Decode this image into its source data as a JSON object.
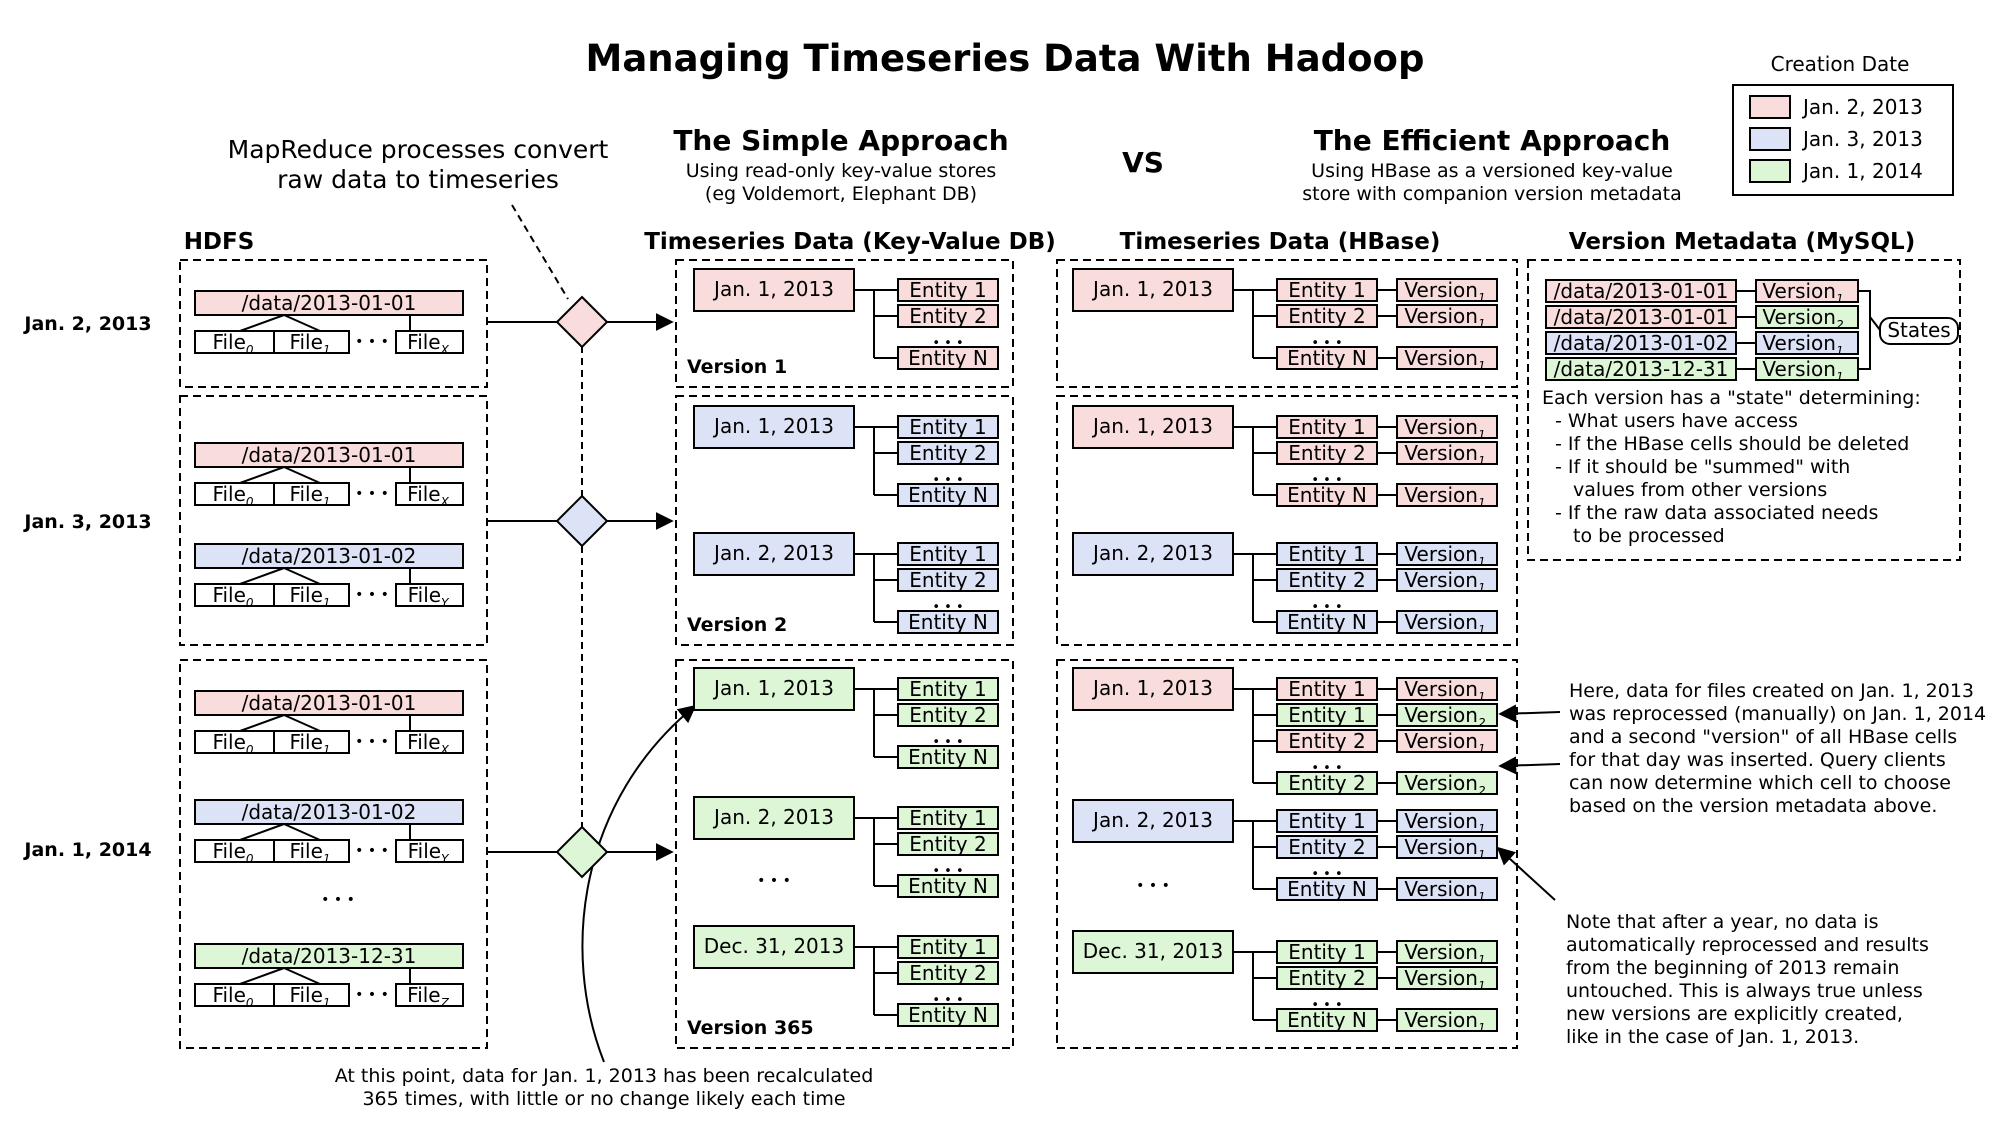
{
  "title": "Managing Timeseries Data With Hadoop",
  "vs": "VS",
  "colors": {
    "jan2_2013": "#f9dcdc",
    "jan3_2013": "#dde3f7",
    "jan1_2014": "#dcf6d6"
  },
  "legend": {
    "title": "Creation Date",
    "items": [
      {
        "label": "Jan. 2, 2013",
        "color": "#f9dcdc"
      },
      {
        "label": "Jan. 3, 2013",
        "color": "#dde3f7"
      },
      {
        "label": "Jan. 1, 2014",
        "color": "#dcf6d6"
      }
    ]
  },
  "mapreduce_note": [
    "MapReduce processes convert",
    "raw data to timeseries"
  ],
  "simple": {
    "heading": "The Simple Approach",
    "sub1": "Using read-only key-value stores",
    "sub2": "(eg Voldemort, Elephant DB)",
    "section": "Timeseries Data (Key-Value DB)",
    "versions": [
      "Version 1",
      "Version 2",
      "Version 365"
    ]
  },
  "efficient": {
    "heading": "The Efficient Approach",
    "sub1": "Using HBase as a versioned key-value",
    "sub2": "store with companion version metadata",
    "section": "Timeseries Data (HBase)"
  },
  "hdfs": {
    "label": "HDFS",
    "dates": [
      "Jan. 2, 2013",
      "Jan. 3, 2013",
      "Jan. 1, 2014"
    ],
    "paths": [
      "/data/2013-01-01",
      "/data/2013-01-02",
      "/data/2013-12-31"
    ],
    "file": "File",
    "subs": [
      "0",
      "1",
      "X",
      "Y",
      "Z"
    ]
  },
  "kv": {
    "dates": [
      "Jan. 1, 2013",
      "Jan. 2, 2013",
      "Dec. 31, 2013"
    ],
    "entities": [
      "Entity 1",
      "Entity 2",
      "Entity N"
    ],
    "version": "Version",
    "version_subs": [
      "1",
      "2"
    ]
  },
  "metadata": {
    "section": "Version Metadata (MySQL)",
    "rows": [
      {
        "path": "/data/2013-01-01",
        "sub": "1"
      },
      {
        "path": "/data/2013-01-01",
        "sub": "2"
      },
      {
        "path": "/data/2013-01-02",
        "sub": "1"
      },
      {
        "path": "/data/2013-12-31",
        "sub": "1"
      }
    ],
    "states": "States",
    "desc": [
      "Each version has a \"state\" determining:",
      "- What users have access",
      "- If the HBase cells should be deleted",
      "- If it should be \"summed\" with",
      "values from other versions",
      "- If the raw data associated needs",
      "to be processed"
    ]
  },
  "note_reprocessed": [
    "Here, data for files created on Jan. 1, 2013",
    "was reprocessed (manually) on Jan. 1, 2014",
    "and a second \"version\" of all HBase cells",
    "for that day was inserted.  Query clients",
    "can now determine which cell to choose",
    "based on the version metadata above."
  ],
  "note_year": [
    "Note that after a year, no data is",
    "automatically reprocessed and results",
    "from the beginning of 2013 remain",
    "untouched.  This is always true unless",
    "new versions are explicitly created,",
    "like in the case of Jan. 1, 2013."
  ],
  "note_bottom": [
    "At this point, data for Jan. 1, 2013 has been recalculated",
    "365 times, with little or no change likely each time"
  ]
}
